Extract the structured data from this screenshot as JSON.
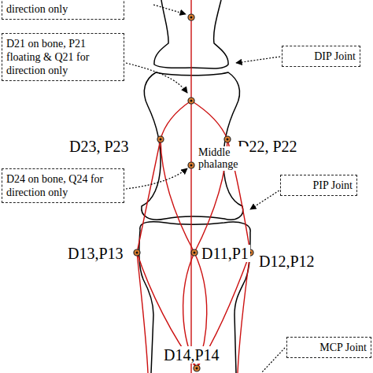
{
  "diagram": {
    "nodes": [
      {
        "text": [
          "direction only"
        ]
      },
      {
        "text": [
          "D21 on bone, P21 floating & Q21 for direction only"
        ]
      },
      {
        "text": [
          "DIP Joint"
        ]
      },
      {
        "text": [
          "D24 on bone, Q24 for direction only"
        ]
      },
      {
        "text": [
          "PIP Joint"
        ]
      },
      {
        "text": [
          "MCP Joint"
        ]
      }
    ],
    "labels": [
      "D23, P23",
      "D22, P22",
      "Middle phalange",
      "D13,P13",
      "D11,P1",
      "D12,P12",
      "D14,P14"
    ]
  }
}
